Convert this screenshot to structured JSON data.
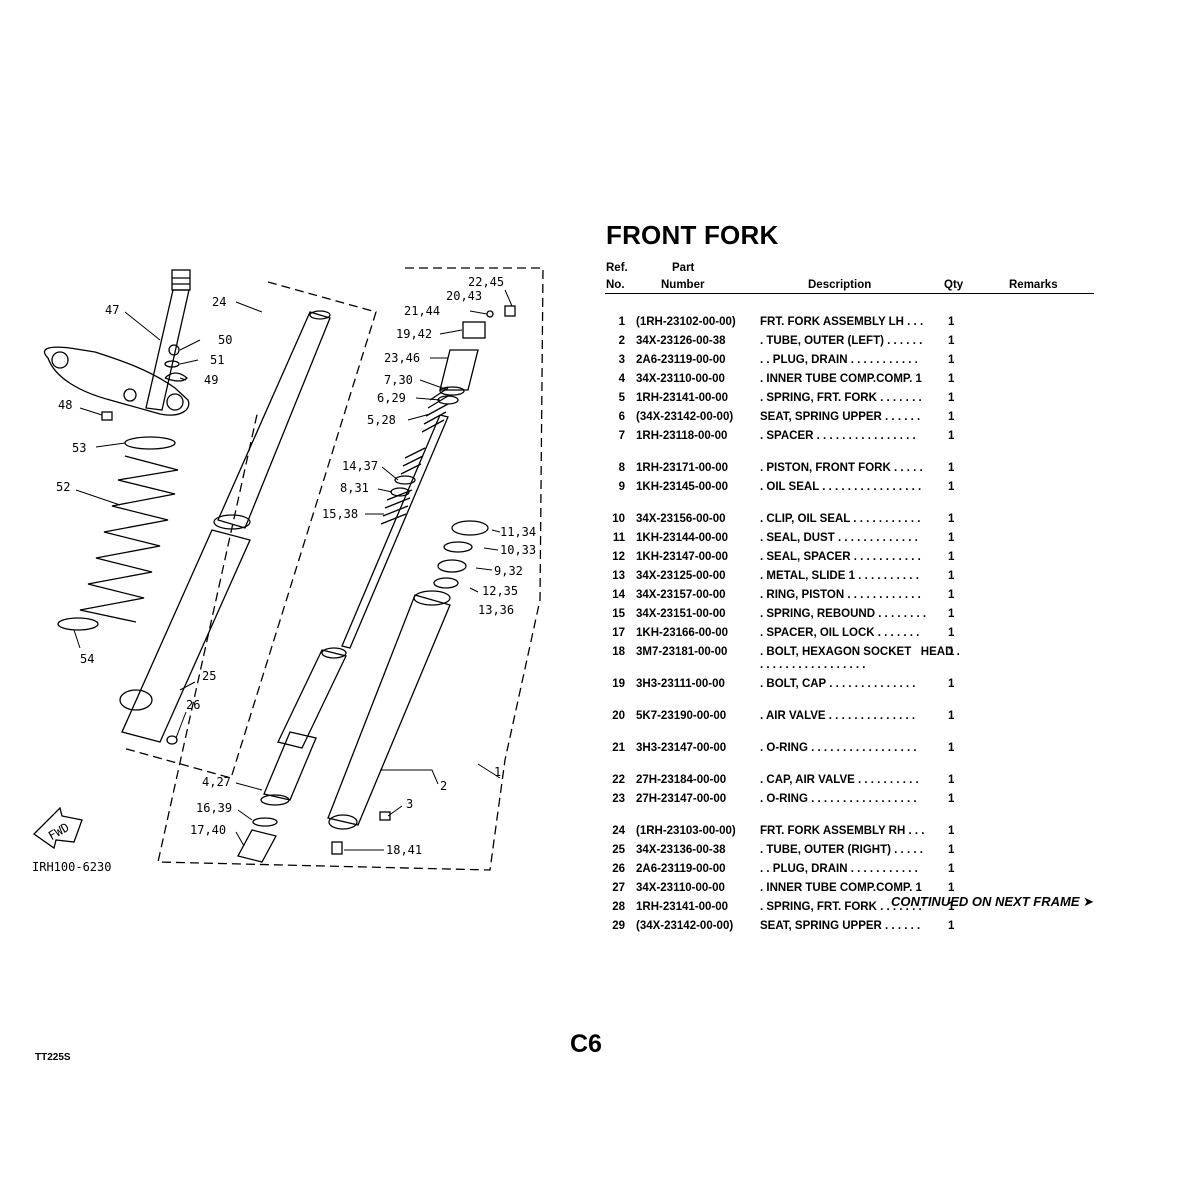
{
  "title": "FRONT FORK",
  "columns": {
    "ref_line1": "Ref.",
    "ref_line2": "No.",
    "part_line1": "Part",
    "part_line2": "Number",
    "description": "Description",
    "qty": "Qty",
    "remarks": "Remarks"
  },
  "parts": [
    {
      "ref": "1",
      "part": "(1RH-23102-00-00)",
      "desc": "FRT. FORK ASSEMBLY LH  . . .",
      "qty": "1"
    },
    {
      "ref": "2",
      "part": "34X-23126-00-38",
      "desc": ". TUBE, OUTER (LEFT)   . . . . . .",
      "qty": "1"
    },
    {
      "ref": "3",
      "part": "2A6-23119-00-00",
      "desc": ". . PLUG, DRAIN   . . . . . . . . . . .",
      "qty": "1"
    },
    {
      "ref": "4",
      "part": "34X-23110-00-00",
      "desc": ". INNER TUBE COMP.COMP. 1",
      "qty": "1"
    },
    {
      "ref": "5",
      "part": "1RH-23141-00-00",
      "desc": ". SPRING, FRT. FORK   . . . . . . .",
      "qty": "1"
    },
    {
      "ref": "6",
      "part": "(34X-23142-00-00)",
      "desc": "SEAT, SPRING UPPER   . . . . . .",
      "qty": "1"
    },
    {
      "ref": "7",
      "part": "1RH-23118-00-00",
      "desc": ". SPACER   . . . . . . . . . . . . . . . .",
      "qty": "1"
    },
    {
      "ref": "8",
      "part": "1RH-23171-00-00",
      "desc": ". PISTON, FRONT FORK   . . . . .",
      "qty": "1"
    },
    {
      "ref": "9",
      "part": "1KH-23145-00-00",
      "desc": ". OIL SEAL  . . . . . . . . . . . . . . . .",
      "qty": "1"
    },
    {
      "ref": "10",
      "part": "34X-23156-00-00",
      "desc": ". CLIP, OIL SEAL   . . . . . . . . . . .",
      "qty": "1"
    },
    {
      "ref": "11",
      "part": "1KH-23144-00-00",
      "desc": ". SEAL, DUST   . . . . . . . . . . . . .",
      "qty": "1"
    },
    {
      "ref": "12",
      "part": "1KH-23147-00-00",
      "desc": ". SEAL, SPACER   . . . . . . . . . . .",
      "qty": "1"
    },
    {
      "ref": "13",
      "part": "34X-23125-00-00",
      "desc": ". METAL, SLIDE 1   . . . . . . . . . .",
      "qty": "1"
    },
    {
      "ref": "14",
      "part": "34X-23157-00-00",
      "desc": ". RING, PISTON   . . . . . . . . . . . .",
      "qty": "1"
    },
    {
      "ref": "15",
      "part": "34X-23151-00-00",
      "desc": ". SPRING, REBOUND  . . . . . . . .",
      "qty": "1"
    },
    {
      "ref": "17",
      "part": "1KH-23166-00-00",
      "desc": ". SPACER, OIL LOCK   . . . . . . .",
      "qty": "1"
    },
    {
      "ref": "18",
      "part": "3M7-23181-00-00",
      "desc": ". BOLT, HEXAGON SOCKET   HEAD   . . . . . . . . . . . . . . . . . .",
      "qty": "1"
    },
    {
      "ref": "19",
      "part": "3H3-23111-00-00",
      "desc": ". BOLT, CAP   . . . . . . . . . . . . . .",
      "qty": "1"
    },
    {
      "ref": "20",
      "part": "5K7-23190-00-00",
      "desc": ". AIR VALVE   . . . . . . . . . . . . . .",
      "qty": "1"
    },
    {
      "ref": "21",
      "part": "3H3-23147-00-00",
      "desc": ". O-RING   . . . . . . . . . . . . . . . . .",
      "qty": "1"
    },
    {
      "ref": "22",
      "part": "27H-23184-00-00",
      "desc": ". CAP, AIR VALVE   . . . . . . . . . .",
      "qty": "1"
    },
    {
      "ref": "23",
      "part": "27H-23147-00-00",
      "desc": ". O-RING   . . . . . . . . . . . . . . . . .",
      "qty": "1"
    },
    {
      "ref": "24",
      "part": "(1RH-23103-00-00)",
      "desc": "FRT. FORK ASSEMBLY RH  . . .",
      "qty": "1"
    },
    {
      "ref": "25",
      "part": "34X-23136-00-38",
      "desc": ". TUBE, OUTER (RIGHT)   . . . . .",
      "qty": "1"
    },
    {
      "ref": "26",
      "part": "2A6-23119-00-00",
      "desc": ". . PLUG, DRAIN   . . . . . . . . . . .",
      "qty": "1"
    },
    {
      "ref": "27",
      "part": "34X-23110-00-00",
      "desc": ". INNER TUBE COMP.COMP. 1",
      "qty": "1"
    },
    {
      "ref": "28",
      "part": "1RH-23141-00-00",
      "desc": ". SPRING, FRT. FORK   . . . . . . .",
      "qty": "1"
    },
    {
      "ref": "29",
      "part": "(34X-23142-00-00)",
      "desc": "SEAT, SPRING UPPER   . . . . . .",
      "qty": "1"
    }
  ],
  "continued": "CONTINUED ON NEXT FRAME ➤",
  "page_code": "C6",
  "doc_code": "TT225S",
  "diagram": {
    "labels": {
      "l47": "47",
      "l24": "24",
      "l22_45": "22,45",
      "l20_43": "20,43",
      "l21_44": "21,44",
      "l19_42": "19,42",
      "l23_46": "23,46",
      "l7_30": "7,30",
      "l6_29": "6,29",
      "l5_28": "5,28",
      "l50": "50",
      "l51": "51",
      "l49": "49",
      "l48": "48",
      "l53": "53",
      "l52": "52",
      "l14_37": "14,37",
      "l8_31": "8,31",
      "l15_38": "15,38",
      "l11_34": "11,34",
      "l10_33": "10,33",
      "l9_32": "9,32",
      "l12_35": "12,35",
      "l13_36": "13,36",
      "l54": "54",
      "l25": "25",
      "l26": "26",
      "l4_27": "4,27",
      "l16_39": "16,39",
      "l17_40": "17,40",
      "l2": "2",
      "l3": "3",
      "l1": "1",
      "l18_41": "18,41"
    },
    "fwd": "FWD",
    "drawing_code": "IRH100-6230"
  }
}
